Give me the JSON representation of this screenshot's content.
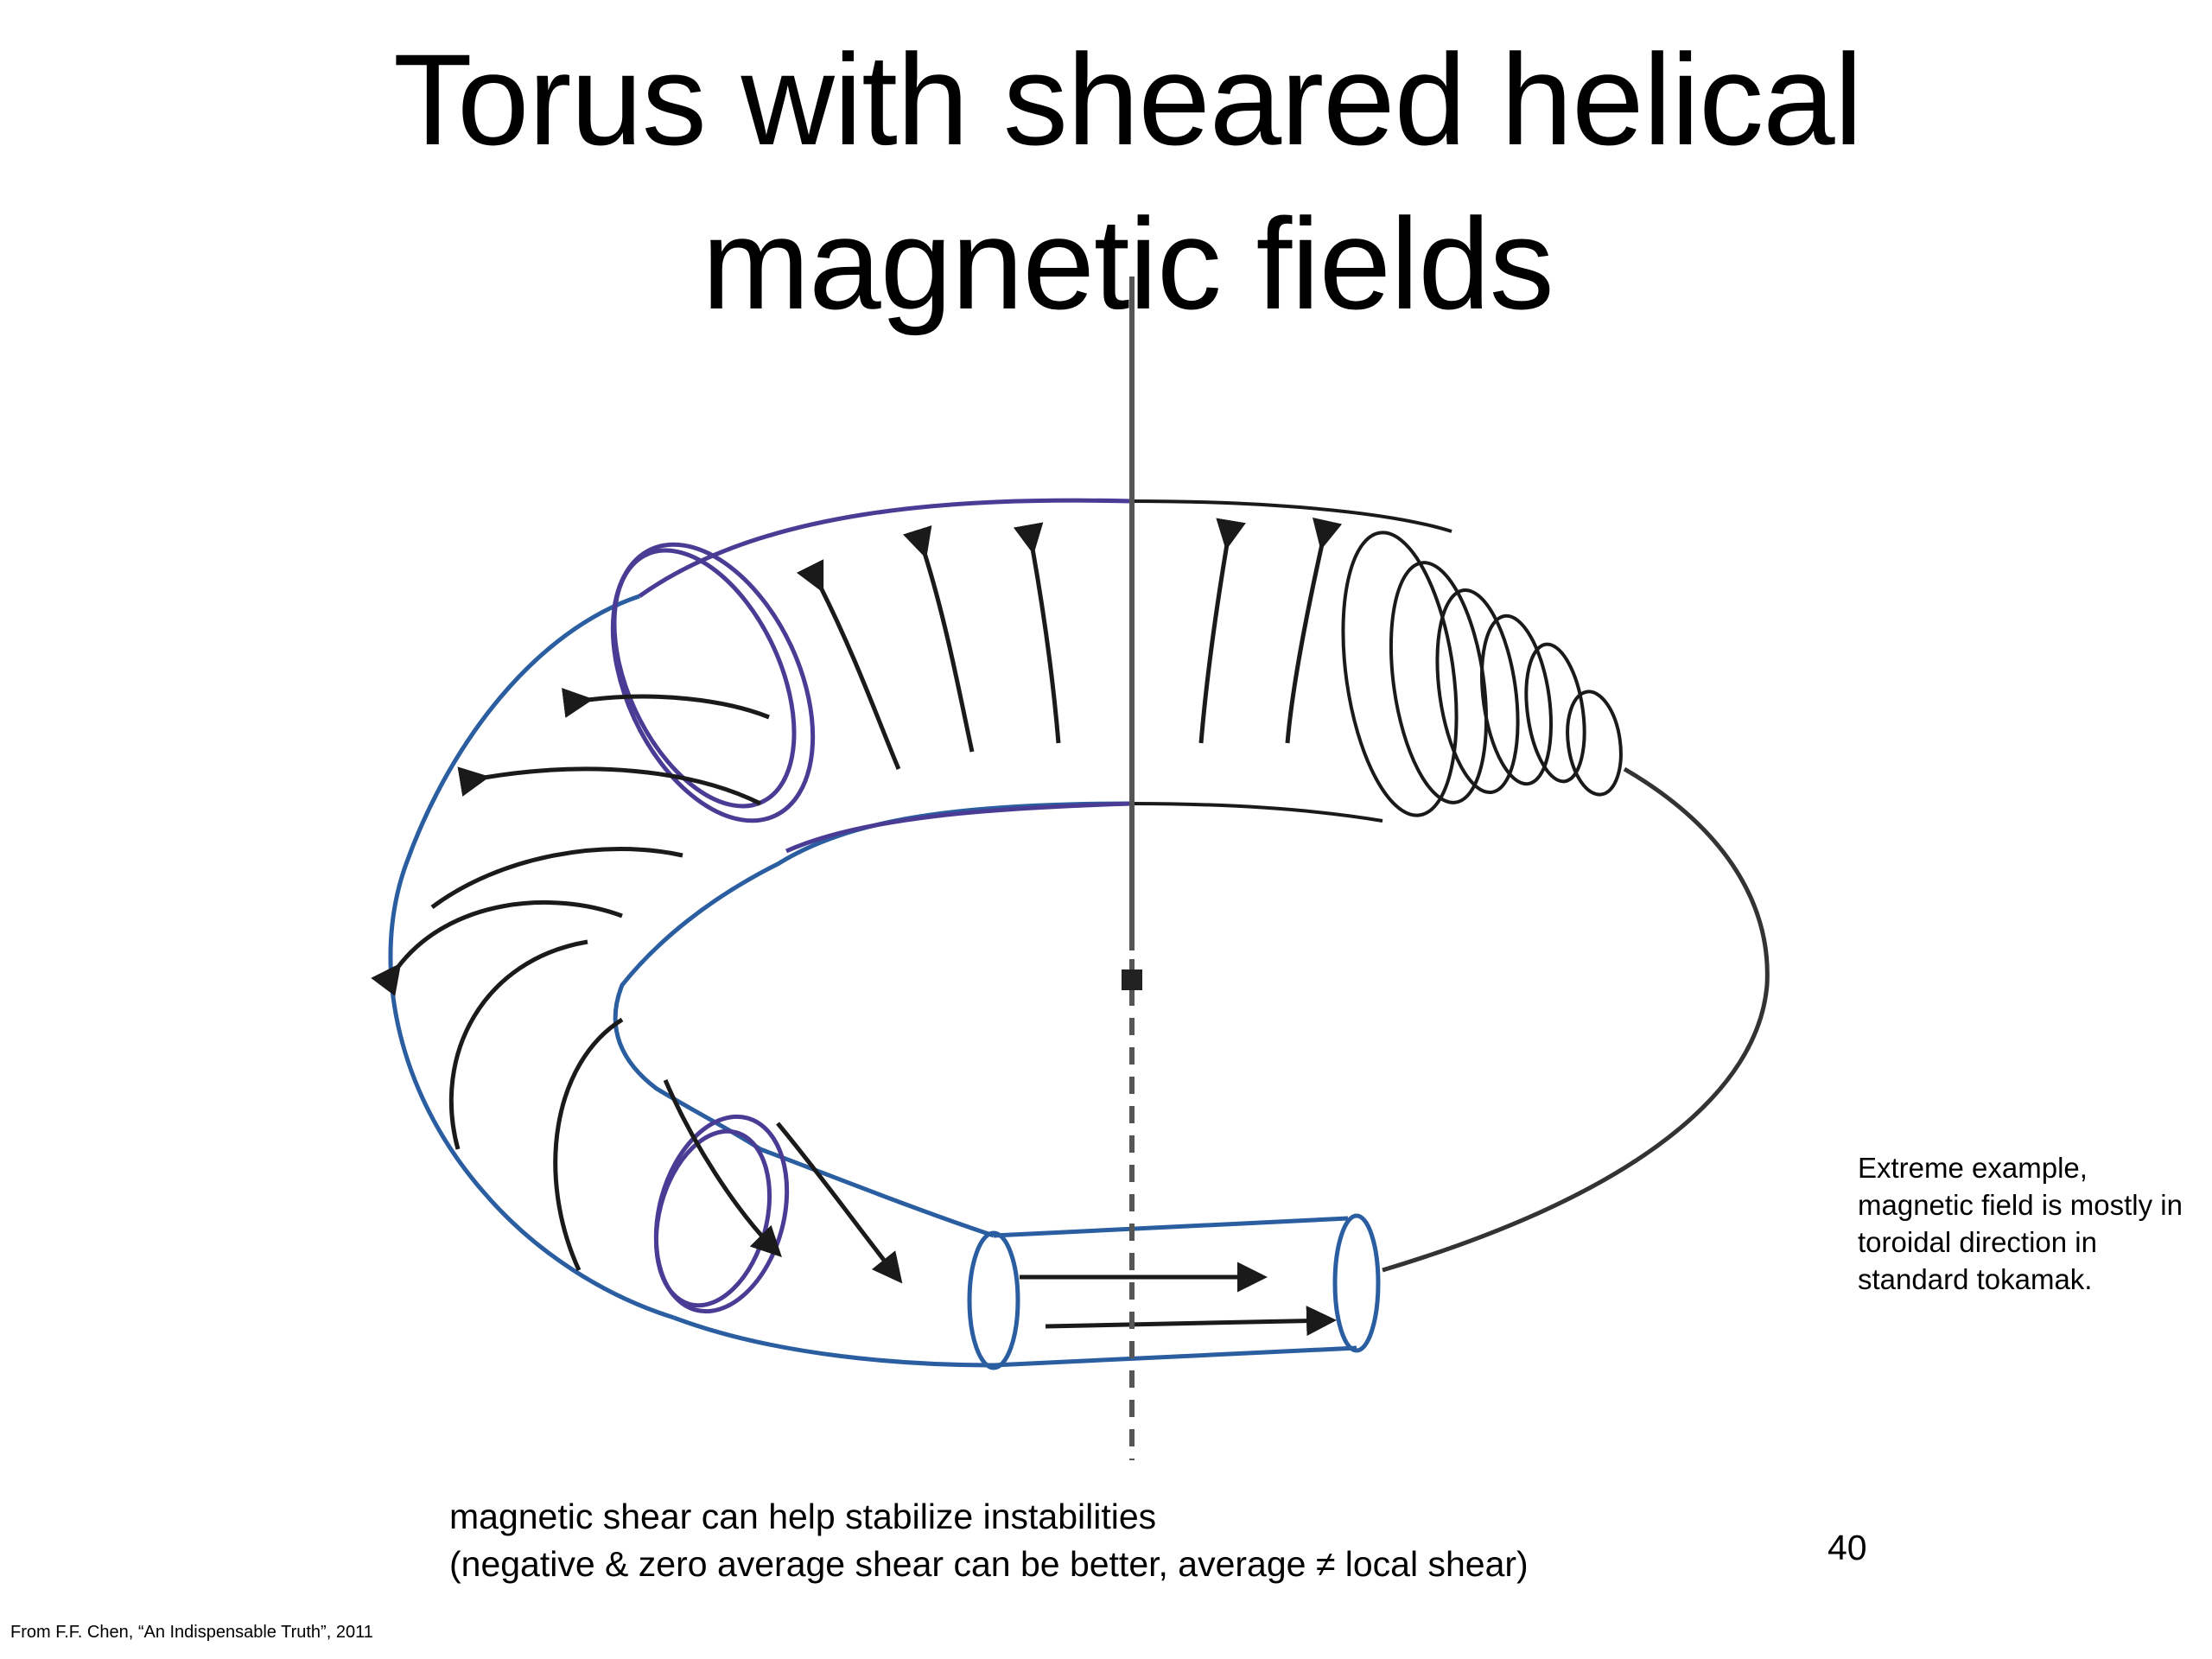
{
  "slide": {
    "title_line1": "Torus with sheared helical",
    "title_line2": "magnetic fields",
    "side_note": [
      "Extreme example,",
      "magnetic field is mostly in",
      "toroidal direction in",
      "standard tokamak."
    ],
    "caption_line1": "magnetic shear can help stabilize instabilities",
    "caption_line2": "(negative & zero average shear can be better, average ≠ local shear)",
    "page_number": "40",
    "credit": "From F.F. Chen, “An Indispensable Truth”, 2011"
  },
  "colors": {
    "outline_blue": "#2a5ea0",
    "outline_purple": "#4a3c94",
    "field_line": "#1a1a1a",
    "axis": "#555555"
  }
}
